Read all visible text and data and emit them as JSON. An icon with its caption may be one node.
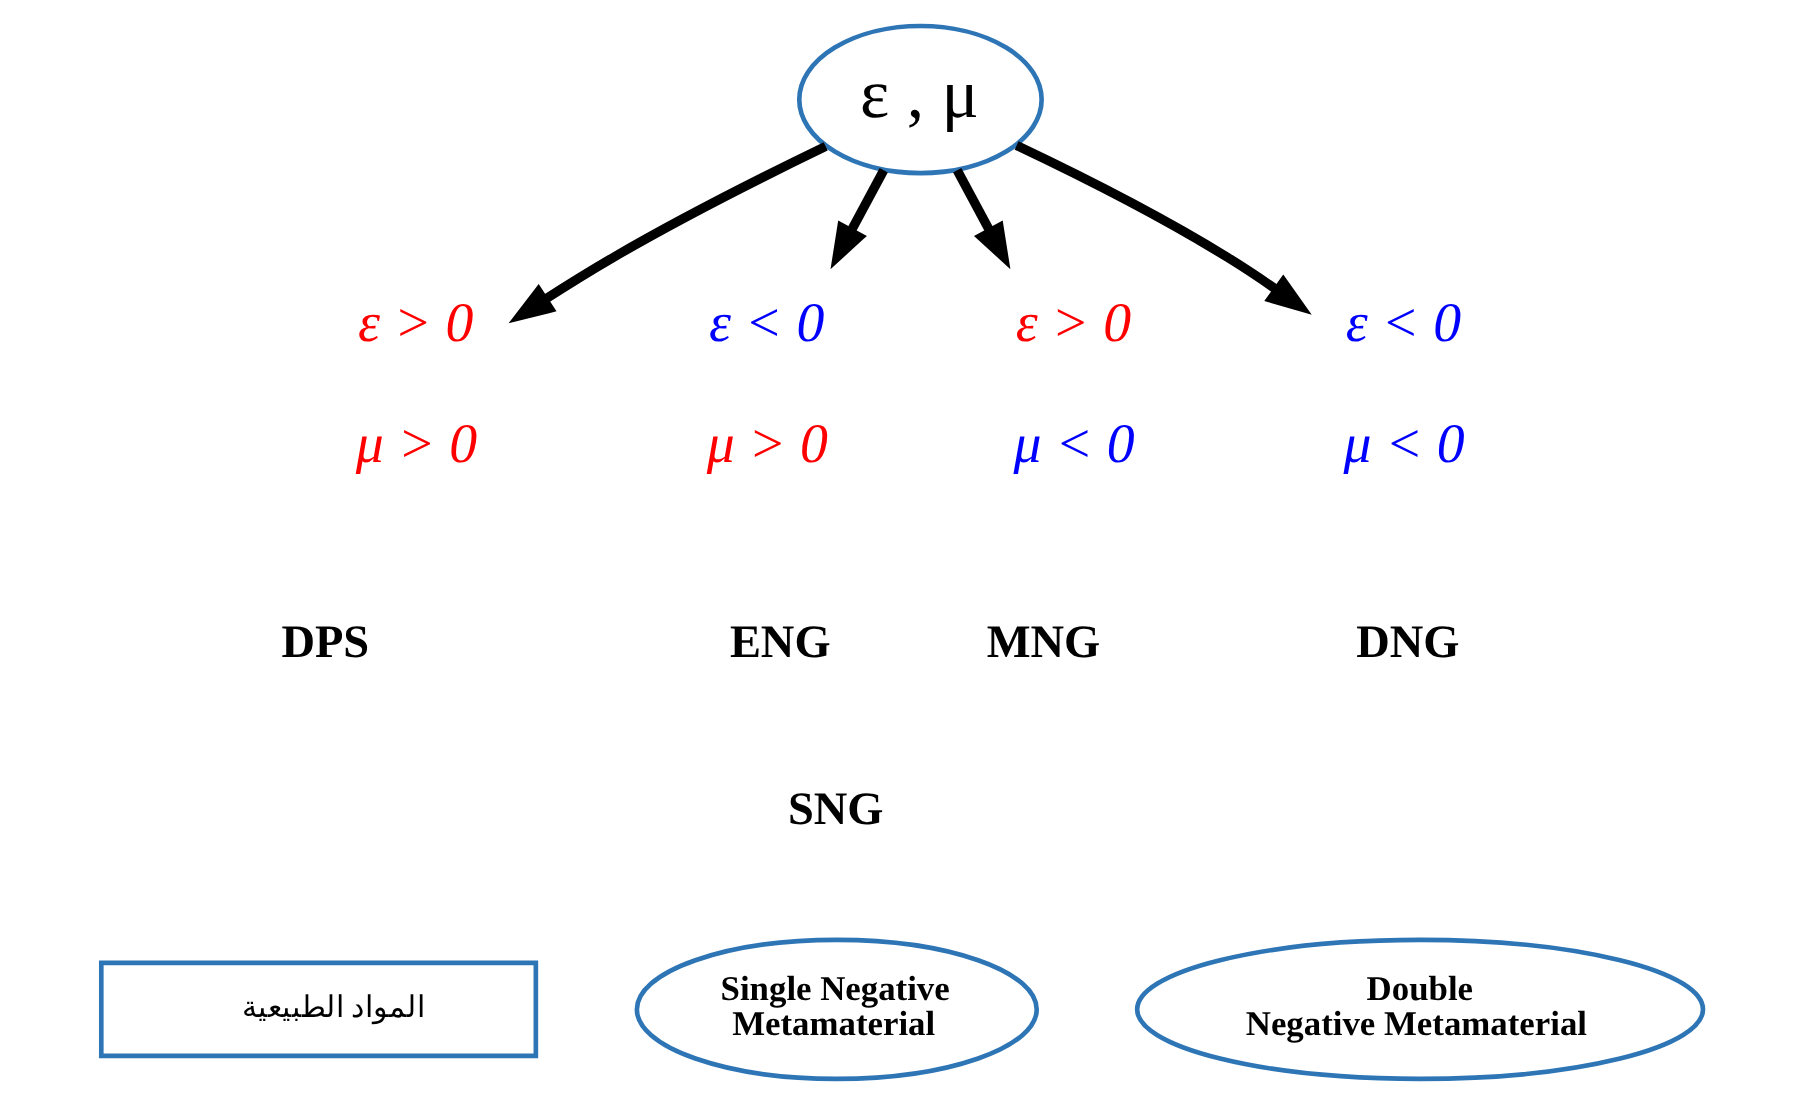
{
  "diagram": {
    "nodes": [
      {
        "text": [
          "ε , μ"
        ]
      },
      {
        "text": [
          "ε > 0",
          "μ > 0"
        ]
      },
      {
        "text": [
          "ε < 0",
          "μ > 0"
        ]
      },
      {
        "text": [
          "ε > 0",
          "μ < 0"
        ]
      },
      {
        "text": [
          "ε < 0",
          "μ < 0"
        ]
      },
      {
        "text": [
          "المواد الطبيعية"
        ]
      },
      {
        "text": [
          "Single Negative Metamaterial"
        ]
      },
      {
        "text": [
          "Double Negative Metamaterial"
        ]
      }
    ],
    "edges": [
      {
        "from": 0,
        "to": 1,
        "arrow": "to"
      },
      {
        "from": 0,
        "to": 2,
        "arrow": "to"
      },
      {
        "from": 0,
        "to": 3,
        "arrow": "to"
      },
      {
        "from": 0,
        "to": 4,
        "arrow": "to"
      }
    ],
    "labels": [
      "DPS",
      "ENG",
      "MNG",
      "DNG",
      "SNG"
    ]
  }
}
